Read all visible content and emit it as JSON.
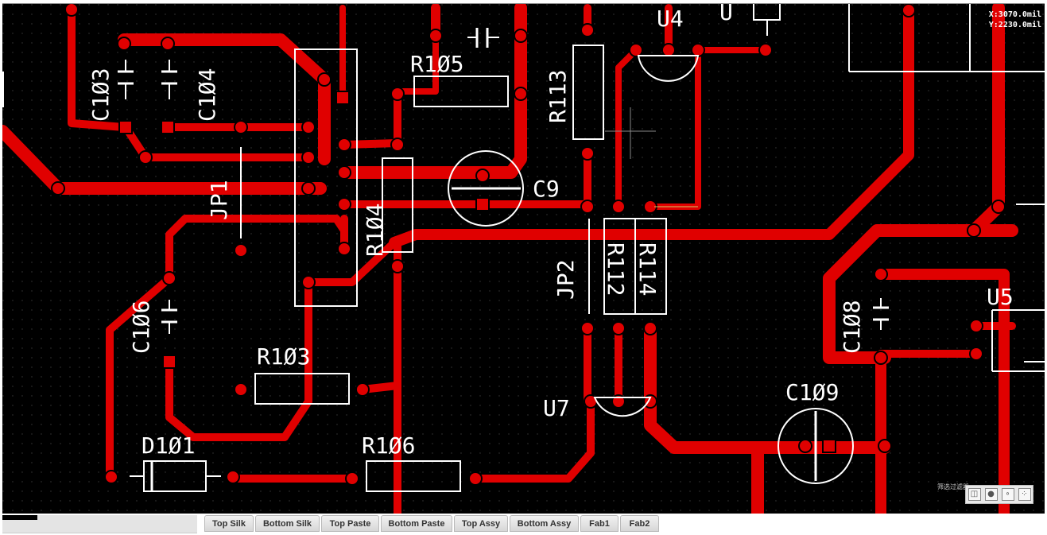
{
  "coordinates": {
    "x": "X:3070.0mil",
    "y": "Y:2230.0mil"
  },
  "components": {
    "c103": "C1Ø3",
    "c104": "C1Ø4",
    "r105": "R1Ø5",
    "r113": "R113",
    "u4": "U4",
    "u_partial": "U",
    "c9": "C9",
    "jp1": "JP1",
    "r104": "R1Ø4",
    "jp2": "JP2",
    "r112": "R112",
    "r114": "R114",
    "u5": "U5",
    "c106": "C1Ø6",
    "c108": "C1Ø8",
    "r103": "R1Ø3",
    "u7": "U7",
    "c109": "C1Ø9",
    "d101": "D1Ø1",
    "r106": "R1Ø6"
  },
  "mini_toolbar": {
    "caption": "筛选过滤器"
  },
  "layer_tabs": [
    {
      "label": "Top Silk"
    },
    {
      "label": "Bottom Silk"
    },
    {
      "label": "Top Paste"
    },
    {
      "label": "Bottom Paste"
    },
    {
      "label": "Top Assy"
    },
    {
      "label": "Bottom Assy"
    },
    {
      "label": "Fab1"
    },
    {
      "label": "Fab2"
    }
  ],
  "colors": {
    "board": "#000000",
    "copper": "#e00000",
    "silk": "#ffffff",
    "grid": "#3a3a3a"
  }
}
